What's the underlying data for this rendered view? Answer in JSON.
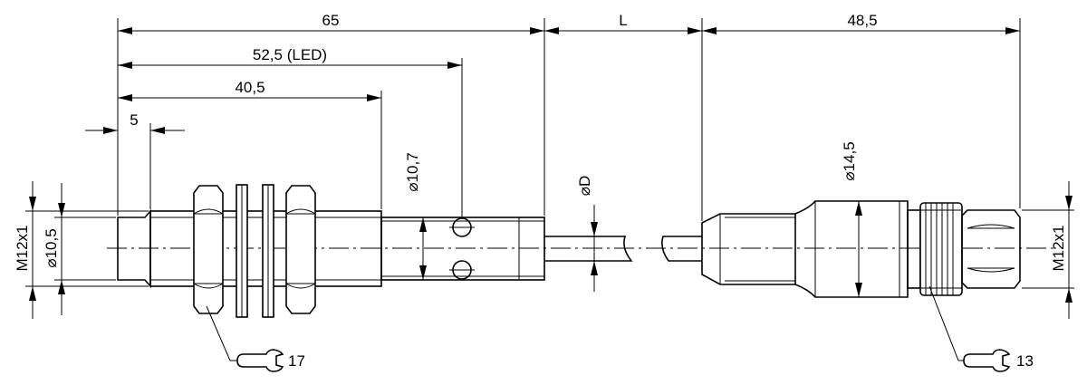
{
  "dimensions": {
    "overall_sensor": "65",
    "led_position": "52,5 (LED)",
    "thread_length": "40,5",
    "tip": "5",
    "cable_length": "L",
    "connector_length": "48,5"
  },
  "diameters": {
    "sensor_thread": "M12x1",
    "sensor_tip": "⌀10,5",
    "sensor_body": "⌀10,7",
    "cable": "⌀D",
    "connector_body": "⌀14,5",
    "connector_thread": "M12x1"
  },
  "wrench_sizes": {
    "sensor_nut": "17",
    "connector_nut": "13"
  }
}
